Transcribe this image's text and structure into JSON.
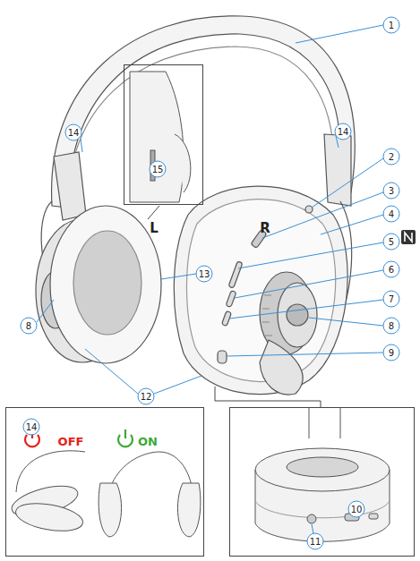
{
  "diagram": {
    "nodes": [
      {
        "text": [
          "15"
        ]
      },
      {
        "text": [
          "14",
          "OFF",
          "ON"
        ]
      },
      {
        "text": [
          "11",
          "10"
        ]
      }
    ],
    "labels": [
      "1",
      "14",
      "14",
      "L",
      "R",
      "2",
      "3",
      "4",
      "5",
      "6",
      "7",
      "8",
      "9",
      "13",
      "8",
      "12"
    ]
  }
}
